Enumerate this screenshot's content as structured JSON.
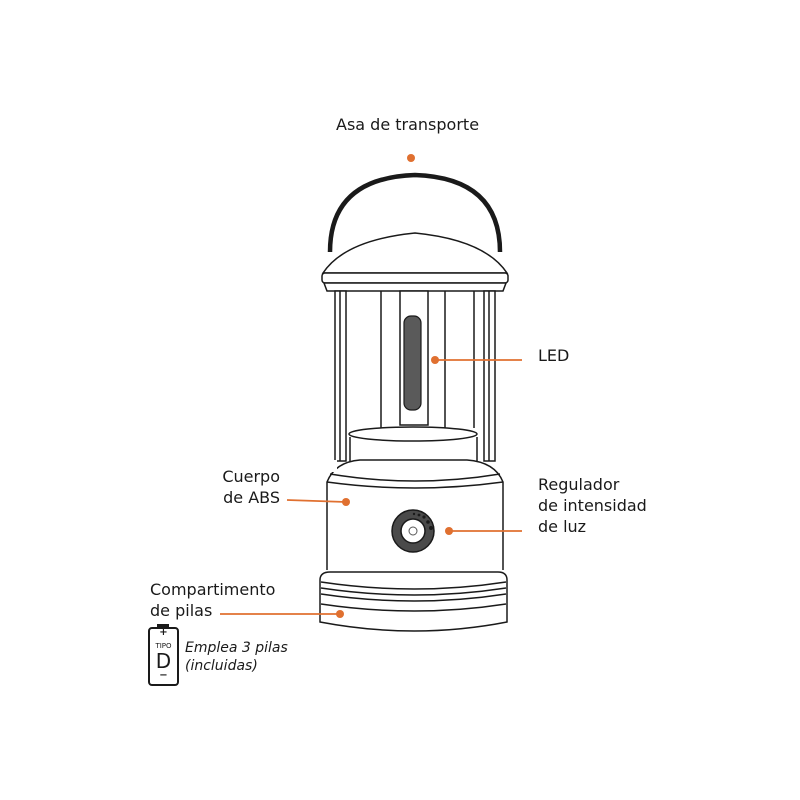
{
  "labels": {
    "handle": "Asa de transporte",
    "led": "LED",
    "body_line1": "Cuerpo",
    "body_line2": "de ABS",
    "dimmer_line1": "Regulador",
    "dimmer_line2": "de intensidad",
    "dimmer_line3": "de luz",
    "battery_line1": "Compartimento",
    "battery_line2": "de pilas"
  },
  "battery": {
    "type_label": "TIPO",
    "type_letter": "D",
    "plus": "+",
    "minus": "−",
    "note_line1": "Emplea 3 pilas",
    "note_line2": "(incluidas)"
  },
  "colors": {
    "accent": "#e07030",
    "outline": "#1a1a1a",
    "led": "#5a5a5a"
  }
}
